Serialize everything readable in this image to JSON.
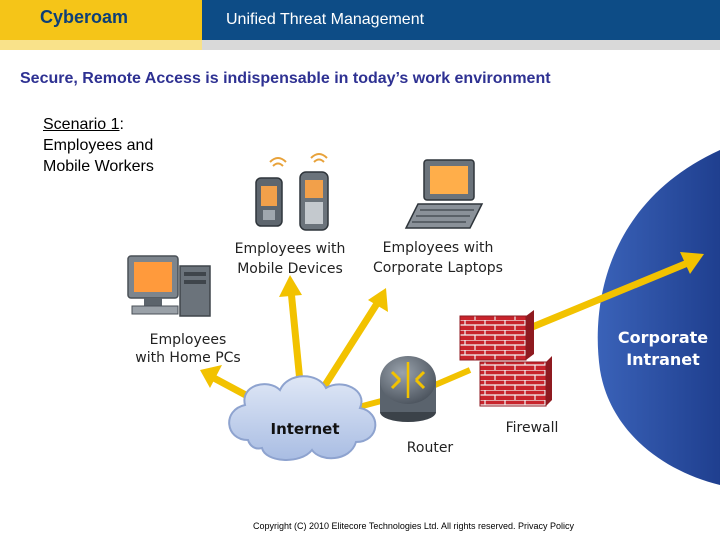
{
  "header": {
    "brand": "Cyberoam",
    "title": "Unified Threat Management"
  },
  "headline": "Secure, Remote Access is indispensable in today’s work environment",
  "scenario": {
    "label": "Scenario 1",
    "colon": ":",
    "line2": "Employees and",
    "line3": "Mobile Workers"
  },
  "diagram": {
    "mobile": [
      "Employees with",
      "Mobile Devices"
    ],
    "laptops": [
      "Employees with",
      "Corporate Laptops"
    ],
    "home": [
      "Employees",
      "with Home PCs"
    ],
    "internet": "Internet",
    "router": "Router",
    "firewall": "Firewall",
    "intranet": [
      "Corporate",
      "Intranet"
    ],
    "colors": {
      "arrow": "#f2c200",
      "intranet": "#2b4fa6",
      "firewall": "#c8242c",
      "cloud": "#c9d6ee",
      "header": "#0d4c86",
      "brand": "#f5c518"
    }
  },
  "footer": "Copyright (C) 2010 Elitecore Technologies Ltd. All rights reserved. Privacy Policy"
}
